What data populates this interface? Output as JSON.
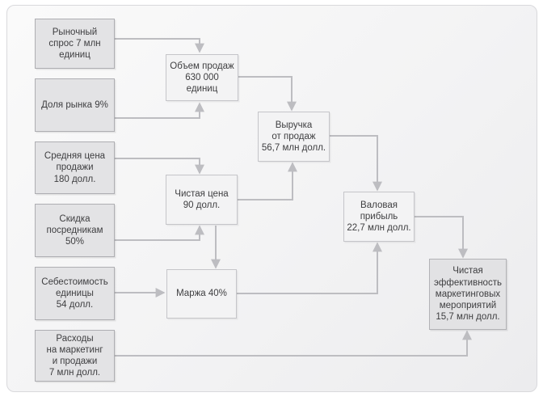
{
  "diagram": {
    "type": "flowchart",
    "language": "ru",
    "topic": "Net marketing effectiveness calculation"
  },
  "boxes": {
    "market_demand": {
      "text": "Рыночный\nспрос 7 млн\nединиц",
      "role": "input"
    },
    "market_share": {
      "text": "Доля рынка 9%",
      "role": "input"
    },
    "avg_price": {
      "text": "Средняя цена\nпродажи\n180 долл.",
      "role": "input"
    },
    "distributor_discount": {
      "text": "Скидка\nпосредникам\n50%",
      "role": "input"
    },
    "unit_cost": {
      "text": "Себестоимость\nединицы\n54 долл.",
      "role": "input"
    },
    "marketing_expenses": {
      "text": "Расходы\nна маркетинг\nи продажи\n7 млн долл.",
      "role": "input"
    },
    "sales_volume": {
      "text": "Объем продаж\n630 000\nединиц",
      "role": "process"
    },
    "net_price": {
      "text": "Чистая цена\n90 долл.",
      "role": "process"
    },
    "margin": {
      "text": "Маржа 40%",
      "role": "process"
    },
    "revenue": {
      "text": "Выручка\nот продаж\n56,7 млн долл.",
      "role": "process"
    },
    "gross_profit": {
      "text": "Валовая\nприбыль\n22,7 млн долл.",
      "role": "process"
    },
    "net_marketing_effect": {
      "text": "Чистая\nэффективность\nмаркетинговых\nмероприятий\n15,7 млн долл.",
      "role": "result"
    }
  },
  "edges": [
    {
      "from": "market_demand",
      "to": "sales_volume"
    },
    {
      "from": "market_share",
      "to": "sales_volume"
    },
    {
      "from": "avg_price",
      "to": "net_price"
    },
    {
      "from": "distributor_discount",
      "to": "net_price"
    },
    {
      "from": "net_price",
      "to": "margin"
    },
    {
      "from": "unit_cost",
      "to": "margin"
    },
    {
      "from": "sales_volume",
      "to": "revenue"
    },
    {
      "from": "net_price",
      "to": "revenue"
    },
    {
      "from": "revenue",
      "to": "gross_profit"
    },
    {
      "from": "margin",
      "to": "gross_profit"
    },
    {
      "from": "gross_profit",
      "to": "net_marketing_effect"
    },
    {
      "from": "marketing_expenses",
      "to": "net_marketing_effect"
    }
  ],
  "colors": {
    "input_box_fill": "#e3e3e5",
    "process_box_fill": "#f3f3f4",
    "result_box_fill": "#e2e2e4",
    "box_border": "#b2b2b6",
    "arrow": "#bdbdc1",
    "text": "#3e3e40",
    "canvas_background": "#f3f3f4",
    "frame_border": "#d9d9dc"
  }
}
